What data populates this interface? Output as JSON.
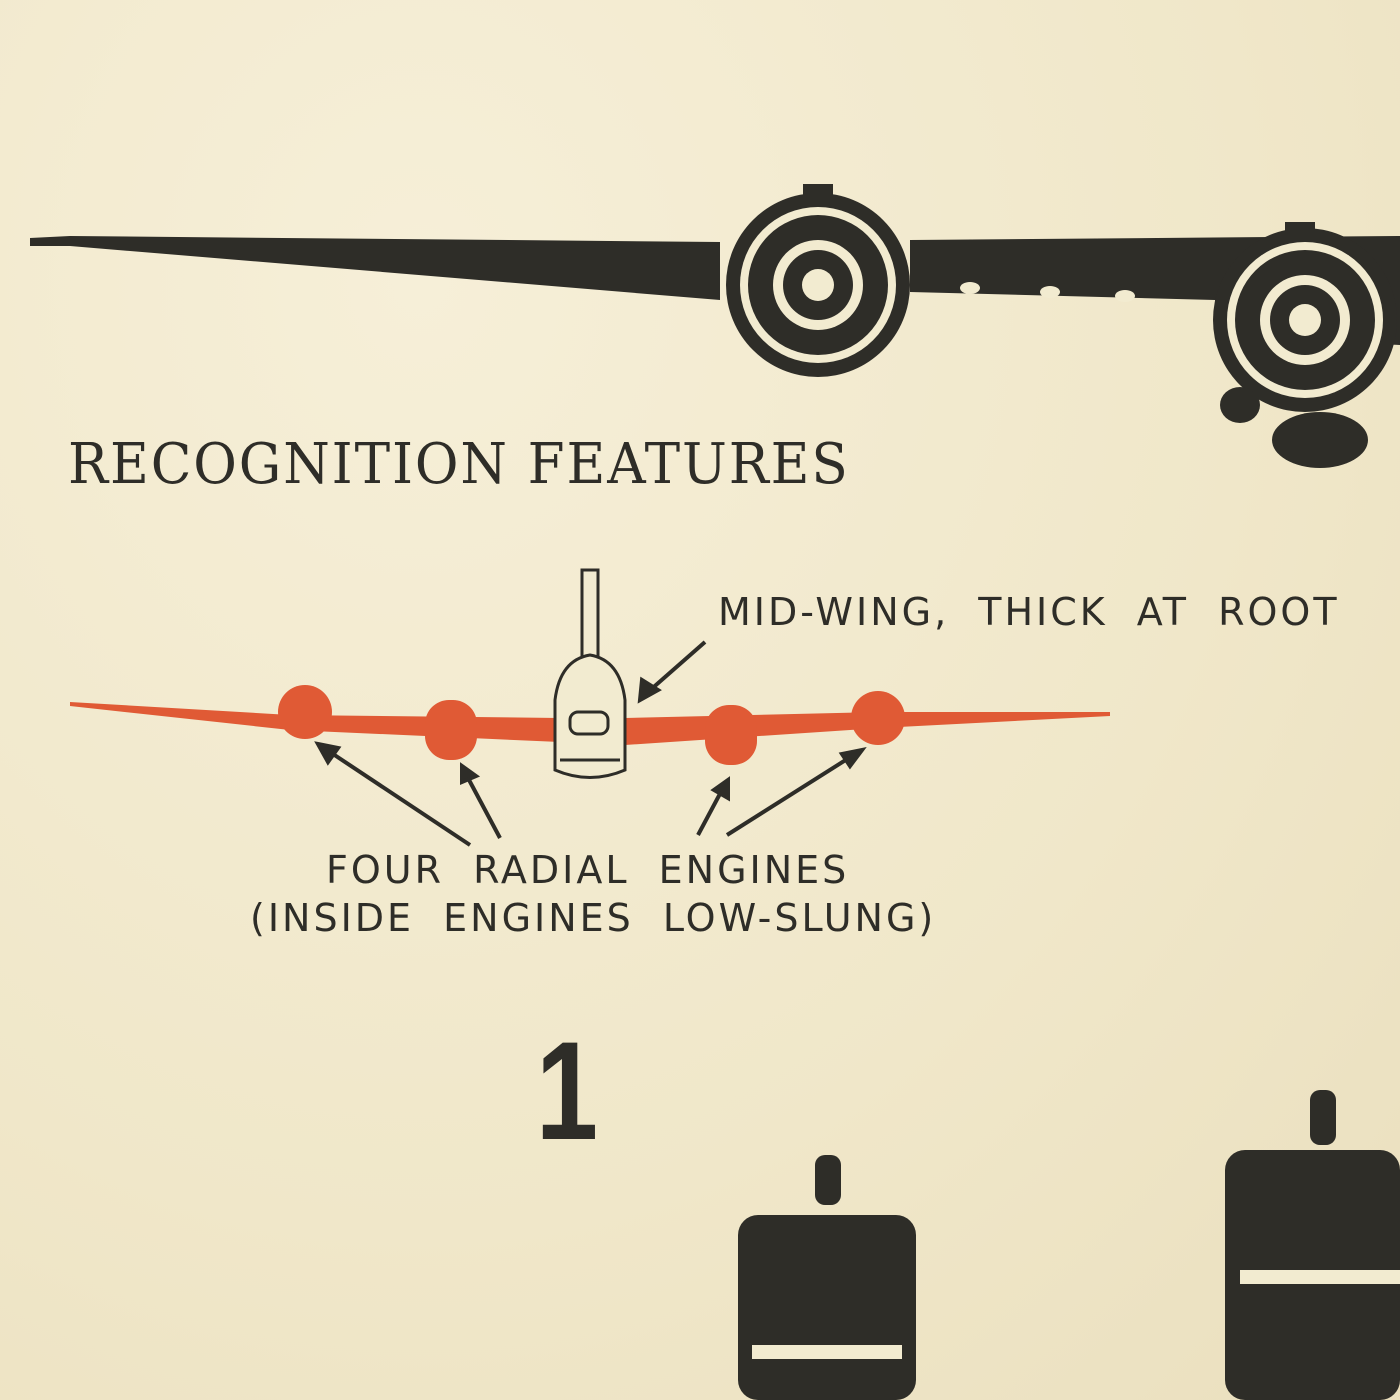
{
  "heading": "RECOGNITION FEATURES",
  "annotations": {
    "wing": "MID-WING, THICK AT ROOT",
    "engines_line1": "FOUR RADIAL ENGINES",
    "engines_line2": "(INSIDE ENGINES LOW-SLUNG)"
  },
  "figure_number": "1",
  "colors": {
    "ink": "#2e2d28",
    "highlight": "#e05a35",
    "paper": "#f2ebd0"
  }
}
